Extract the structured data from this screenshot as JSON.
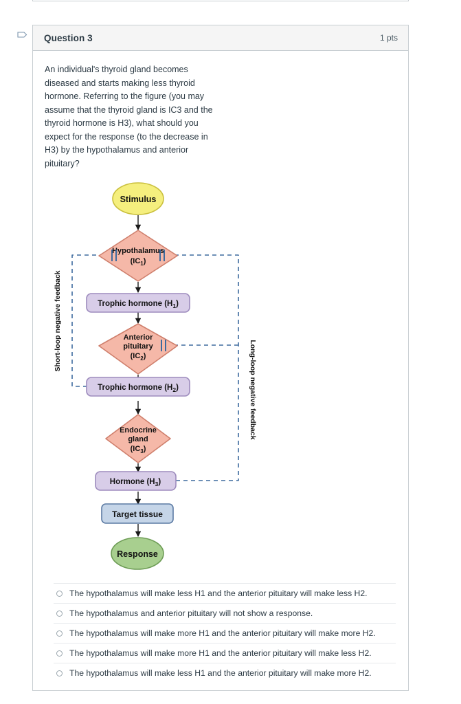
{
  "header": {
    "title": "Question 3",
    "points": "1 pts",
    "flag_icon": "flag-outline-icon"
  },
  "question": {
    "text": "An individual's thyroid gland becomes diseased and starts making less thyroid hormone. Referring to the figure (you may assume that the thyroid gland is IC3 and the thyroid hormone is H3), what should you expect for the response (to the decrease in H3) by the hypothalamus and anterior pituitary?"
  },
  "diagram": {
    "nodes": {
      "stimulus": "Stimulus",
      "hypothalamus_line1": "Hypothalamus",
      "hypothalamus_line2": "(IC",
      "hypothalamus_sub": "1",
      "trophic_h1_a": "Trophic hormone (H",
      "trophic_h1_sub": "1",
      "anterior_line1": "Anterior",
      "anterior_line2": "pituitary",
      "anterior_line3": "(IC",
      "anterior_sub": "2",
      "trophic_h2_a": "Trophic hormone (H",
      "trophic_h2_sub": "2",
      "endocrine_line1": "Endocrine",
      "endocrine_line2": "gland",
      "endocrine_line3": "(IC",
      "endocrine_sub": "3",
      "hormone_h3_a": "Hormone (H",
      "hormone_h3_sub": "3",
      "target_tissue": "Target tissue",
      "response": "Response"
    },
    "labels": {
      "short_loop": "Short-loop negative feedback",
      "long_loop": "Long-loop negative feedback"
    },
    "colors": {
      "stimulus_fill": "#f5ef7e",
      "stimulus_stroke": "#c9bf3c",
      "diamond_fill": "#f5b8a8",
      "diamond_stroke": "#cf7f6c",
      "hormone_fill": "#d8cde8",
      "hormone_stroke": "#9d8bbd",
      "target_fill": "#c5d5e8",
      "target_stroke": "#5b7aa3",
      "response_fill": "#a8cf8f",
      "response_stroke": "#6d9c55",
      "feedback_line": "#3d6a9e",
      "arrow": "#1a1a1a"
    }
  },
  "answers": [
    {
      "label": "The hypothalamus will make less H1 and the anterior pituitary will make less H2.",
      "selected": false
    },
    {
      "label": "The hypothalamus and anterior pituitary will not show a response.",
      "selected": false
    },
    {
      "label": "The hypothalamus will make more H1 and the anterior pituitary will make more H2.",
      "selected": false
    },
    {
      "label": "The hypothalamus will make more H1 and the anterior pituitary will make less H2.",
      "selected": false
    },
    {
      "label": "The hypothalamus will make less H1 and the anterior pituitary will make more H2.",
      "selected": false
    }
  ]
}
